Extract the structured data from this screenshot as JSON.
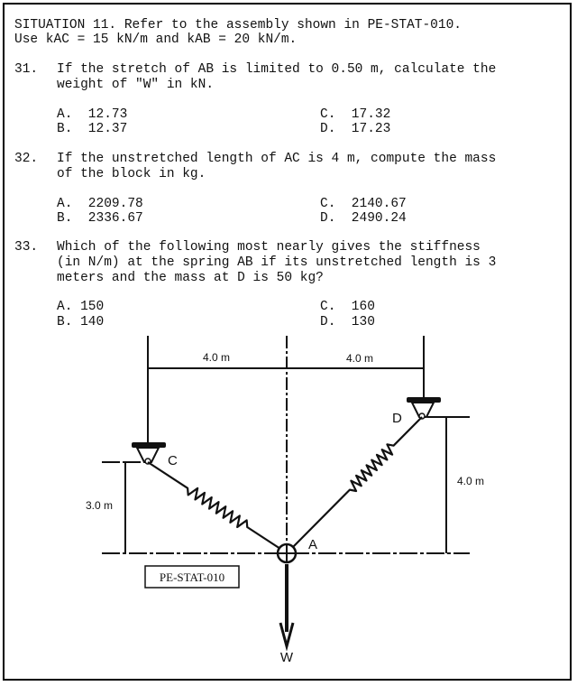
{
  "situation": {
    "line1": "SITUATION 11. Refer to the assembly shown in PE-STAT-010.",
    "line2": "Use kAC = 15 kN/m and kAB = 20 kN/m."
  },
  "questions": [
    {
      "number": "31.",
      "lines": [
        "If the stretch of AB is limited to 0.50 m, calculate the",
        "weight of \"W\" in kN."
      ],
      "options": {
        "A": "A.  12.73",
        "B": "B.  12.37",
        "C": "C.  17.32",
        "D": "D.  17.23"
      }
    },
    {
      "number": "32.",
      "lines": [
        "If the unstretched length of AC is 4 m, compute the mass",
        "of the block in kg."
      ],
      "options": {
        "A": "A.  2209.78",
        "B": "B.  2336.67",
        "C": "C.  2140.67",
        "D": "D.  2490.24"
      }
    },
    {
      "number": "33.",
      "lines": [
        "Which of the following most nearly gives the stiffness",
        "(in N/m) at the spring AB if its unstretched length is 3",
        "meters and the mass at D is 50 kg?"
      ],
      "options": {
        "A": "A. 150",
        "B": "B. 140",
        "C": "C.  160",
        "D": "D.  130"
      }
    }
  ],
  "diagram": {
    "dim_left_top": "4.0 m",
    "dim_right_top": "4.0 m",
    "dim_left_height": "3.0 m",
    "dim_right_height": "4.0 m",
    "point_c": "C",
    "point_d": "D",
    "point_a": "A",
    "load": "W",
    "figure_code": "PE-STAT-010"
  }
}
